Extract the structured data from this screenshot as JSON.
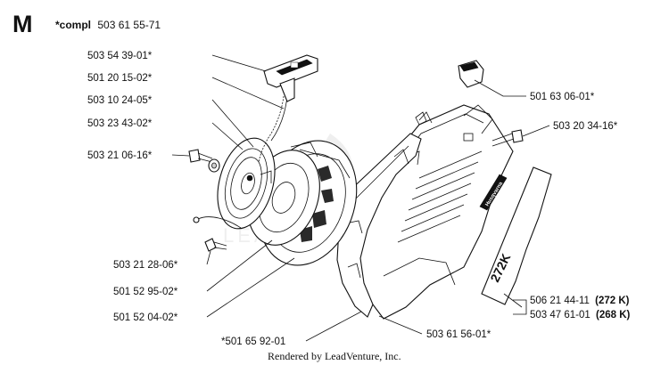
{
  "section_letter": "M",
  "assembly": {
    "prefix": "*compl",
    "number": "503 61 55-71"
  },
  "parts": [
    {
      "id": "handle",
      "number": "503 54 39-01*"
    },
    {
      "id": "cord",
      "number": "501 20 15-02*"
    },
    {
      "id": "spring-housing",
      "number": "503 10 24-05*"
    },
    {
      "id": "cord-pulley",
      "number": "503 23 43-02*"
    },
    {
      "id": "center-screw",
      "number": "503 21 06-16*"
    },
    {
      "id": "fan-screw",
      "number": "503 21 28-06*"
    },
    {
      "id": "pulley",
      "number": "501 52 95-02*"
    },
    {
      "id": "starter-pawl-assy",
      "number": "501 52 04-02*"
    },
    {
      "id": "housing-gasket",
      "number": "*501 65 92-01"
    },
    {
      "id": "starter-cover",
      "number": "503 61 56-01*"
    },
    {
      "id": "knob",
      "number": "501 63 06-01*"
    },
    {
      "id": "cover-screw",
      "number": "503 20 34-16*"
    }
  ],
  "decals": [
    {
      "number": "506 21 44-11",
      "model": "(272 K)"
    },
    {
      "number": "503 47 61-01",
      "model": "(268 K)"
    }
  ],
  "brand_text": "Husqvarna",
  "decal_text": "272K",
  "watermark": "LEADVENTURE",
  "footer": "Rendered by LeadVenture, Inc."
}
